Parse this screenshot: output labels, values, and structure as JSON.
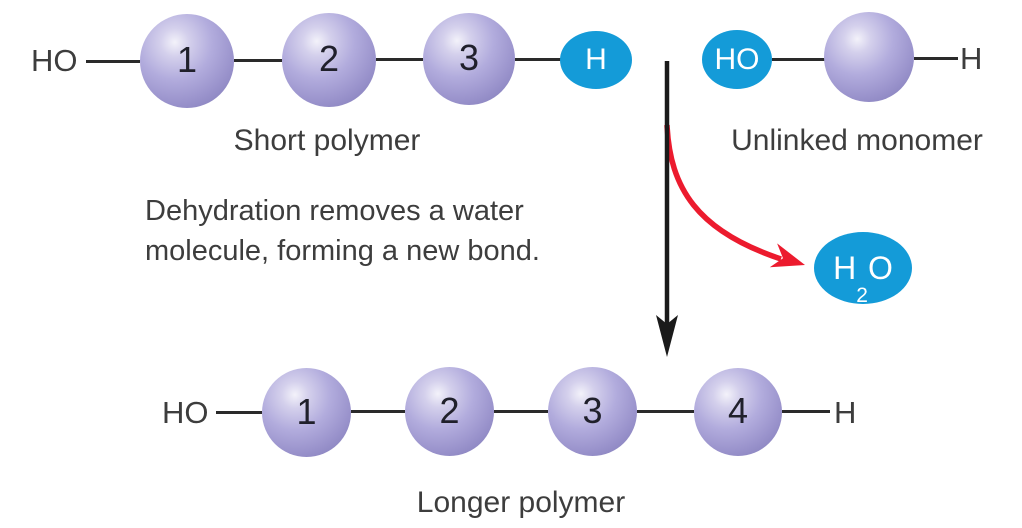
{
  "colors": {
    "sphere_body": "#aba5d7",
    "sphere_edge": "#7d76b4",
    "sphere_highlight": "#f3f2fa",
    "functional_group_blue": "#149bd8",
    "label_text": "#3d3d3d",
    "bond_black": "#2a2a2a",
    "arrow_black": "#1a1a1a",
    "arrow_red": "#ec1b2e"
  },
  "short_polymer": {
    "hydroxyl_label": "HO",
    "monomers": [
      "1",
      "2",
      "3"
    ],
    "hydrogen_cap": "H",
    "caption": "Short polymer"
  },
  "unlinked_monomer": {
    "hydroxyl_cap": "HO",
    "hydrogen_label": "H",
    "caption": "Unlinked monomer"
  },
  "reaction": {
    "description_line1": "Dehydration removes a water",
    "description_line2": "molecule, forming a new bond.",
    "water": {
      "h": "H",
      "subscript": "2",
      "o": "O"
    }
  },
  "longer_polymer": {
    "hydroxyl_label": "HO",
    "monomers": [
      "1",
      "2",
      "3",
      "4"
    ],
    "hydrogen_label": "H",
    "caption": "Longer polymer"
  }
}
